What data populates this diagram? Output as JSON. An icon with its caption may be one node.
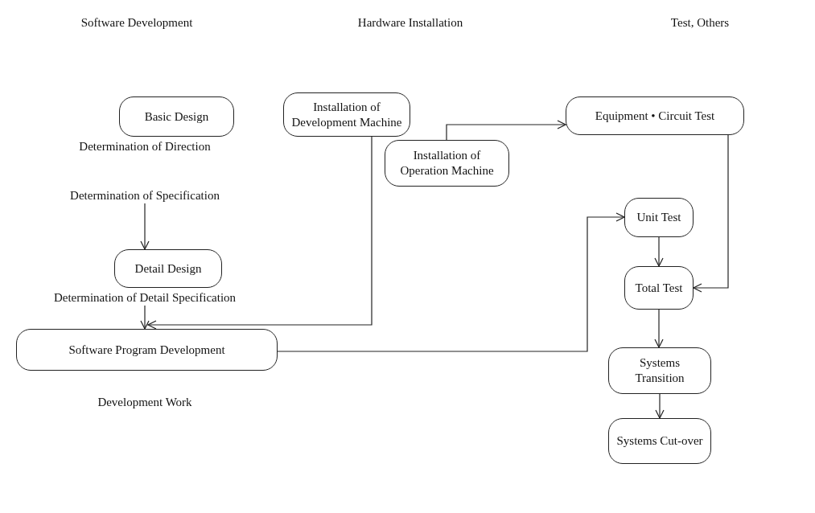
{
  "diagram": {
    "nodes": [
      {
        "text": [
          "Basic Design"
        ],
        "beside": [
          "Determination of Direction",
          "Determination of Specification"
        ]
      },
      {
        "text": [
          "Installation of Development Machine"
        ]
      },
      {
        "text": [
          "Equipment • Circuit Test"
        ]
      },
      {
        "text": [
          "Installation of Operation Machine"
        ]
      },
      {
        "text": [
          "Unit Test"
        ]
      },
      {
        "text": [
          "Detail Design"
        ],
        "beside": [
          "Determination of Detail Specification"
        ]
      },
      {
        "text": [
          "Total Test"
        ]
      },
      {
        "text": [
          "Software Program Development"
        ],
        "beside": [
          "Development Work"
        ]
      },
      {
        "text": [
          "Systems Transition"
        ]
      },
      {
        "text": [
          "Systems Cut-over"
        ]
      }
    ],
    "edges": [
      {
        "from": 0,
        "to": 5,
        "arrow": "to"
      },
      {
        "from": 5,
        "to": 7,
        "arrow": "to"
      },
      {
        "from": 1,
        "to": 7,
        "arrow": "to"
      },
      {
        "from": 3,
        "to": 2,
        "arrow": "to"
      },
      {
        "from": 2,
        "to": 6,
        "arrow": "to"
      },
      {
        "from": 7,
        "to": 4,
        "arrow": "to"
      },
      {
        "from": 4,
        "to": 6,
        "arrow": "to"
      },
      {
        "from": 6,
        "to": 8,
        "arrow": "to"
      },
      {
        "from": 8,
        "to": 9,
        "arrow": "to"
      }
    ],
    "labels": [
      "Software Development",
      "Hardware Installation",
      "Test, Others"
    ]
  }
}
